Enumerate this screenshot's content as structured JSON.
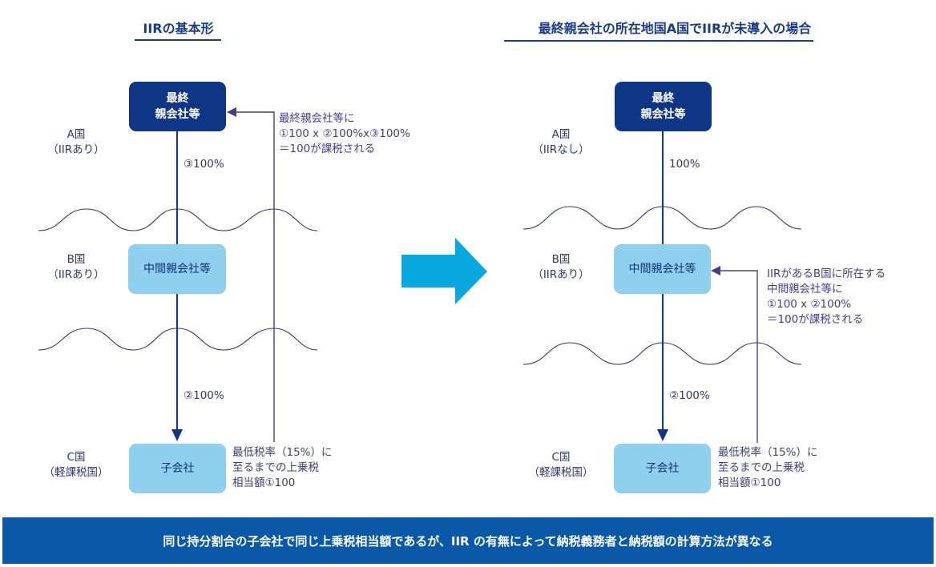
{
  "left_panel": {
    "title": "IIRの基本形",
    "top_entity": {
      "line1": "最終",
      "line2": "親会社等"
    },
    "middle_entity": "中間親会社等",
    "bottom_entity": "子会社",
    "country_a": {
      "name": "A国",
      "status": "（IIRあり）"
    },
    "country_b": {
      "name": "B国",
      "status": "（IIRあり）"
    },
    "country_c": {
      "name": "C国",
      "status": "（軽課税国）"
    },
    "ownership_a_to_b": "③100%",
    "ownership_b_to_c": "②100%",
    "tax_note": [
      "最終親会社等に",
      "①100 x ②100%x③100%",
      "＝100が課税される"
    ],
    "topup_note": [
      "最低税率（15%）に",
      "至るまでの上乗税",
      "相当額①100"
    ]
  },
  "right_panel": {
    "title": "最終親会社の所在地国A国でIIRが未導入の場合",
    "top_entity": {
      "line1": "最終",
      "line2": "親会社等"
    },
    "middle_entity": "中間親会社等",
    "bottom_entity": "子会社",
    "country_a": {
      "name": "A国",
      "status": "（IIRなし）"
    },
    "country_b": {
      "name": "B国",
      "status": "（IIRあり）"
    },
    "country_c": {
      "name": "C国",
      "status": "（軽課税国）"
    },
    "ownership_a_to_b": "100%",
    "ownership_b_to_c": "②100%",
    "tax_note": [
      "IIRがあるB国に所在する",
      "中間親会社等に",
      "①100 x ②100%",
      "＝100が課税される"
    ],
    "topup_note": [
      "最低税率（15%）に",
      "至るまでの上乗税",
      "相当額①100"
    ]
  },
  "transition_arrow": "right-arrow-icon",
  "colors": {
    "dark_box": "#0f3585",
    "light_box": "#8fd0ee",
    "heading": "#1a3b86",
    "feedback_line": "#4a3a8f",
    "transition_arrow": "#0aa8e0",
    "banner": "#0a58a8"
  },
  "banner": {
    "text": "同じ持分割合の子会社で同じ上乗税相当額であるが、IIR の有無によって納税義務者と納税額の計算方法が異なる"
  }
}
